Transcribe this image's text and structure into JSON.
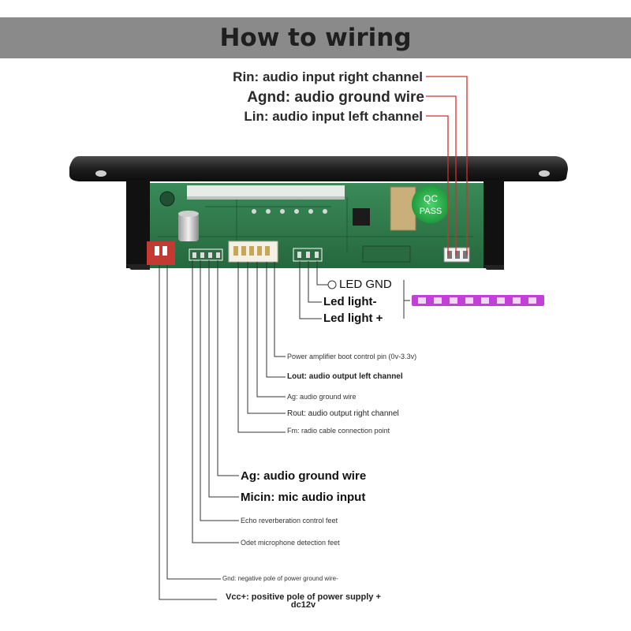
{
  "header": {
    "title": "How to wiring"
  },
  "board": {
    "badge_line1": "QC",
    "badge_line2": "PASS"
  },
  "colors": {
    "header_bg": "#8a8a8a",
    "pcb_green": "#2d7a4a",
    "wire_red": "#d23030",
    "led_purple": "#c040d8"
  },
  "top_labels": [
    {
      "id": "rin",
      "text": "Rin: audio input right channel"
    },
    {
      "id": "agnd",
      "text": "Agnd: audio ground wire"
    },
    {
      "id": "lin",
      "text": "Lin: audio input left channel"
    }
  ],
  "led_labels": [
    {
      "id": "led-gnd",
      "text": "LED GND"
    },
    {
      "id": "led-light-minus",
      "text": "Led light-"
    },
    {
      "id": "led-light-plus",
      "text": "Led light +"
    }
  ],
  "bottom_labels": [
    {
      "id": "power-amp",
      "text": "Power amplifier boot control pin (0v-3.3v)"
    },
    {
      "id": "lout",
      "text": "Lout: audio output left channel"
    },
    {
      "id": "ag-small",
      "text": "Ag: audio ground wire"
    },
    {
      "id": "rout",
      "text": "Rout: audio output right channel"
    },
    {
      "id": "fm",
      "text": "Fm: radio cable connection point"
    },
    {
      "id": "ag-big",
      "text": "Ag: audio ground wire"
    },
    {
      "id": "micin",
      "text": "Micin: mic audio input"
    },
    {
      "id": "echo",
      "text": "Echo reverberation control feet"
    },
    {
      "id": "odet",
      "text": "Odet microphone detection feet"
    },
    {
      "id": "gnd",
      "text": "Gnd: negative pole of power ground wire-"
    },
    {
      "id": "vcc",
      "text": "Vcc+: positive pole of power supply + dc12v"
    }
  ]
}
